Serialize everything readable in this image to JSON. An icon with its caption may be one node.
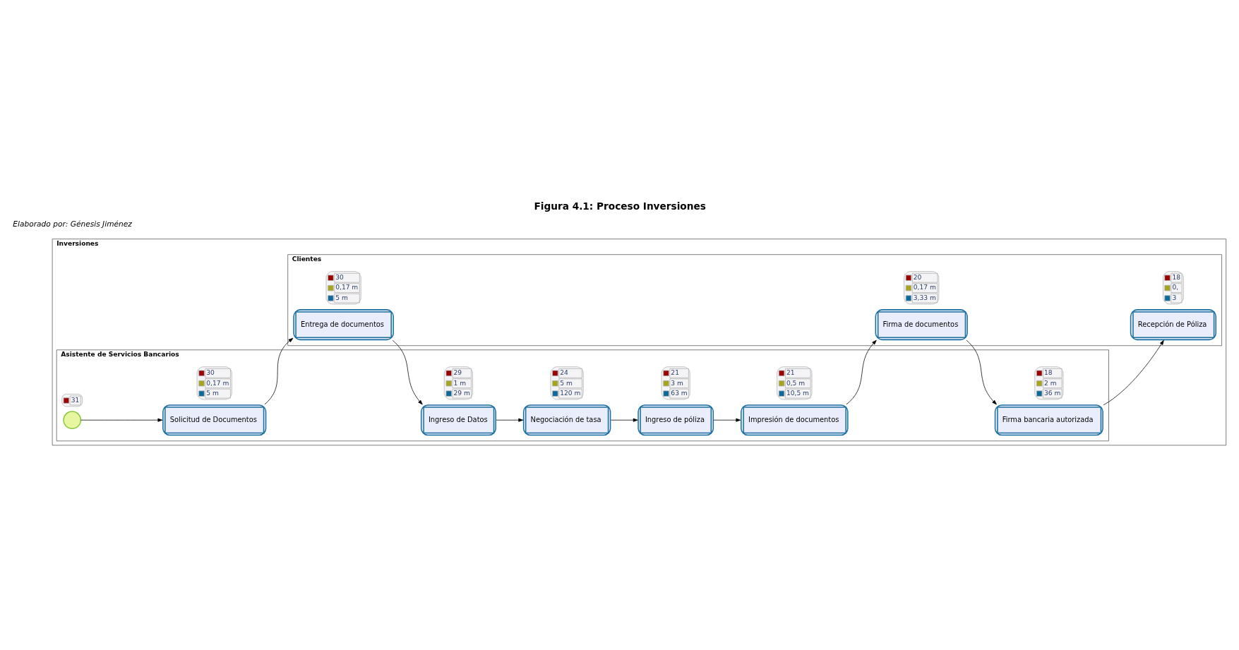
{
  "diagram": {
    "title": "Figura 4.1: Proceso Inversiones",
    "caption": "Elaborado por: Génesis Jiménez",
    "nodes": [
      {
        "text": [
          "Inversiones"
        ]
      },
      {
        "text": [
          "Clientes"
        ],
        "in": 0
      },
      {
        "text": [
          "Asistente de Servicios Bancarios"
        ],
        "in": 0
      },
      {
        "text": [
          "Entrega de documentos"
        ],
        "in": 1,
        "beside": [
          "30",
          "0,17 m",
          "5 m"
        ]
      },
      {
        "text": [
          "Firma de documentos"
        ],
        "in": 1,
        "beside": [
          "20",
          "0,17 m",
          "3,33 m"
        ]
      },
      {
        "text": [
          "Recepción de Póliza"
        ],
        "in": 1,
        "beside": [
          "18",
          "0,",
          "3"
        ]
      },
      {
        "text": [],
        "shape": "circle",
        "in": 2,
        "beside": [
          "31"
        ]
      },
      {
        "text": [
          "Solicitud de Documentos"
        ],
        "in": 2,
        "beside": [
          "30",
          "0,17 m",
          "5 m"
        ]
      },
      {
        "text": [
          "Ingreso de Datos"
        ],
        "in": 2,
        "beside": [
          "29",
          "1 m",
          "29 m"
        ]
      },
      {
        "text": [
          "Negociación de tasa"
        ],
        "in": 2,
        "beside": [
          "24",
          "5 m",
          "120 m"
        ]
      },
      {
        "text": [
          "Ingreso de póliza"
        ],
        "in": 2,
        "beside": [
          "21",
          "3 m",
          "63 m"
        ]
      },
      {
        "text": [
          "Impresión de documentos"
        ],
        "in": 2,
        "beside": [
          "21",
          "0,5 m",
          "10,5 m"
        ]
      },
      {
        "text": [
          "Firma bancaria autorizada"
        ],
        "in": 2,
        "beside": [
          "18",
          "2 m",
          "36 m"
        ]
      }
    ],
    "edges": [
      {
        "from": 6,
        "to": 7,
        "arrow": "to"
      },
      {
        "from": 7,
        "to": 3,
        "arrow": "to"
      },
      {
        "from": 3,
        "to": 8,
        "arrow": "to"
      },
      {
        "from": 8,
        "to": 9,
        "arrow": "to"
      },
      {
        "from": 9,
        "to": 10,
        "arrow": "to"
      },
      {
        "from": 10,
        "to": 11,
        "arrow": "to"
      },
      {
        "from": 11,
        "to": 4,
        "arrow": "to"
      },
      {
        "from": 4,
        "to": 12,
        "arrow": "to"
      },
      {
        "from": 12,
        "to": 5,
        "arrow": "to"
      }
    ]
  }
}
